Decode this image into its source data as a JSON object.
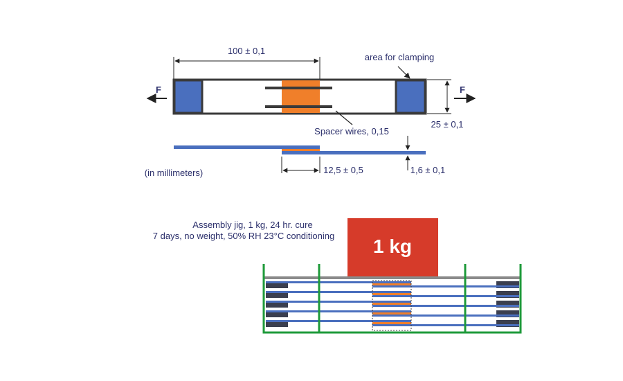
{
  "top_view": {
    "length_dim": "100 ± 0,1",
    "clamp_label": "area for clamping",
    "force_label": "F",
    "width_dim": "25 ± 0,1",
    "spacer_label": "Spacer wires, 0,15"
  },
  "side_view": {
    "overlap_dim": "12,5 ± 0,5",
    "thickness_dim": "1,6 ± 0,1"
  },
  "units_note": "(in millimeters)",
  "jig": {
    "caption_line1": "Assembly jig, 1 kg, 24 hr. cure",
    "caption_line2": "7 days, no weight, 50% RH 23°C conditioning",
    "weight_label": "1 kg"
  },
  "colors": {
    "frame": "#3a3a3a",
    "clamp_blue": "#4a6fbe",
    "adhesive_orange": "#f07f2a",
    "text": "#2b2f6b",
    "weight_red": "#d63b2a",
    "jig_green": "#1e9a3a",
    "dark_block": "#3b3f4f"
  }
}
